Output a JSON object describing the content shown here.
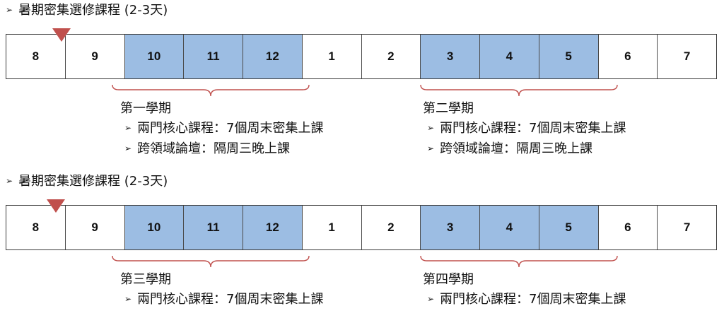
{
  "bullet_glyph": "➢",
  "colors": {
    "semester_cell": "#9cbde3",
    "marker": "#c0504d",
    "brace": "#c0504d"
  },
  "blocks": [
    {
      "heading": "暑期密集選修課程 (2-3天)",
      "months": [
        "8",
        "9",
        "10",
        "11",
        "12",
        "1",
        "2",
        "3",
        "4",
        "5",
        "6",
        "7"
      ],
      "semester_months": [
        "10",
        "11",
        "12",
        "3",
        "4",
        "5"
      ],
      "semesters": [
        {
          "title": "第一學期",
          "items": [
            "兩門核心課程：7個周末密集上課",
            "跨領域論壇：隔周三晚上課"
          ]
        },
        {
          "title": "第二學期",
          "items": [
            "兩門核心課程：7個周末密集上課",
            "跨領域論壇：隔周三晚上課"
          ]
        }
      ]
    },
    {
      "heading": "暑期密集選修課程 (2-3天)",
      "months": [
        "8",
        "9",
        "10",
        "11",
        "12",
        "1",
        "2",
        "3",
        "4",
        "5",
        "6",
        "7"
      ],
      "semester_months": [
        "10",
        "11",
        "12",
        "3",
        "4",
        "5"
      ],
      "semesters": [
        {
          "title": "第三學期",
          "items": [
            "兩門核心課程：7個周末密集上課"
          ]
        },
        {
          "title": "第四學期",
          "items": [
            "兩門核心課程：7個周末密集上課"
          ]
        }
      ]
    }
  ]
}
